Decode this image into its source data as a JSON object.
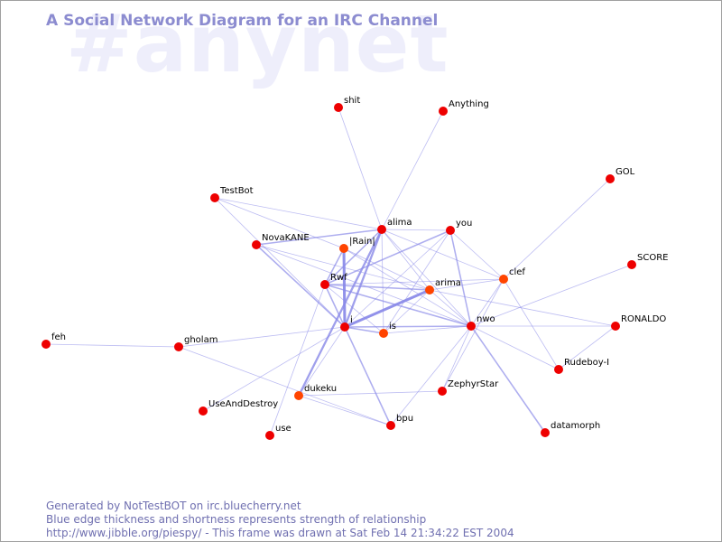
{
  "channel": "#anynet",
  "title": "A Social Network Diagram for an IRC Channel",
  "footer": {
    "line1": "Generated by NotTestBOT on irc.bluecherry.net",
    "line2": "Blue edge thickness and shortness represents strength of relationship",
    "line3": "http://www.jibble.org/piespy/ - This frame was drawn at Sat Feb 14 21:34:22 EST 2004"
  },
  "colors": {
    "edge": "#8a8ae8",
    "node_red": "#ee0000",
    "node_orange": "#ff4400",
    "title": "#8c8cd0"
  },
  "graph": {
    "nodes": [
      {
        "id": "shit",
        "label": "shit"
      },
      {
        "id": "anything",
        "label": "Anything"
      },
      {
        "id": "gol",
        "label": "GOL"
      },
      {
        "id": "testbot",
        "label": "TestBot"
      },
      {
        "id": "alima",
        "label": "alima"
      },
      {
        "id": "you",
        "label": "you"
      },
      {
        "id": "novakane",
        "label": "NovaKANE"
      },
      {
        "id": "rainl",
        "label": "|Rain|"
      },
      {
        "id": "score",
        "label": "SCORE"
      },
      {
        "id": "clef",
        "label": "clef"
      },
      {
        "id": "rwf",
        "label": "Rwf"
      },
      {
        "id": "arima",
        "label": "arima"
      },
      {
        "id": "i",
        "label": "i"
      },
      {
        "id": "is",
        "label": "is"
      },
      {
        "id": "nwo",
        "label": "nwo"
      },
      {
        "id": "ronaldo",
        "label": "RONALDO"
      },
      {
        "id": "feh",
        "label": "feh"
      },
      {
        "id": "gholam",
        "label": "gholam"
      },
      {
        "id": "rudeboy",
        "label": "Rudeboy-I"
      },
      {
        "id": "zephyrstar",
        "label": "ZephyrStar"
      },
      {
        "id": "dukeku",
        "label": "dukeku"
      },
      {
        "id": "useanddestroy",
        "label": "UseAndDestroy"
      },
      {
        "id": "bpu",
        "label": "bpu"
      },
      {
        "id": "use",
        "label": "use"
      },
      {
        "id": "datamorph",
        "label": "datamorph"
      }
    ],
    "edges": [
      [
        "shit",
        "alima",
        1
      ],
      [
        "anything",
        "alima",
        1
      ],
      [
        "gol",
        "clef",
        1
      ],
      [
        "testbot",
        "alima",
        1
      ],
      [
        "testbot",
        "i",
        1
      ],
      [
        "testbot",
        "rainl",
        1
      ],
      [
        "novakane",
        "alima",
        2
      ],
      [
        "novakane",
        "i",
        2
      ],
      [
        "novakane",
        "arima",
        1
      ],
      [
        "novakane",
        "nwo",
        1
      ],
      [
        "alima",
        "you",
        1
      ],
      [
        "alima",
        "rwf",
        2
      ],
      [
        "alima",
        "arima",
        1
      ],
      [
        "alima",
        "nwo",
        1
      ],
      [
        "alima",
        "i",
        3
      ],
      [
        "alima",
        "is",
        1
      ],
      [
        "alima",
        "dukeku",
        3
      ],
      [
        "alima",
        "clef",
        1
      ],
      [
        "you",
        "rwf",
        2
      ],
      [
        "you",
        "nwo",
        2
      ],
      [
        "you",
        "is",
        1
      ],
      [
        "you",
        "clef",
        1
      ],
      [
        "you",
        "i",
        1
      ],
      [
        "rainl",
        "i",
        4
      ],
      [
        "rainl",
        "rwf",
        2
      ],
      [
        "rainl",
        "nwo",
        1
      ],
      [
        "rainl",
        "arima",
        1
      ],
      [
        "rwf",
        "arima",
        2
      ],
      [
        "rwf",
        "i",
        2
      ],
      [
        "rwf",
        "nwo",
        2
      ],
      [
        "rwf",
        "is",
        1
      ],
      [
        "rwf",
        "use",
        1
      ],
      [
        "rwf",
        "clef",
        1
      ],
      [
        "arima",
        "i",
        4
      ],
      [
        "arima",
        "is",
        1
      ],
      [
        "arima",
        "nwo",
        1
      ],
      [
        "arima",
        "clef",
        1
      ],
      [
        "i",
        "is",
        2
      ],
      [
        "i",
        "nwo",
        2
      ],
      [
        "i",
        "gholam",
        1
      ],
      [
        "i",
        "bpu",
        2
      ],
      [
        "i",
        "useanddestroy",
        1
      ],
      [
        "i",
        "dukeku",
        1
      ],
      [
        "is",
        "nwo",
        1
      ],
      [
        "clef",
        "nwo",
        1
      ],
      [
        "clef",
        "zephyrstar",
        1
      ],
      [
        "clef",
        "rudeboy",
        1
      ],
      [
        "nwo",
        "score",
        1
      ],
      [
        "nwo",
        "ronaldo",
        1
      ],
      [
        "nwo",
        "rudeboy",
        1
      ],
      [
        "nwo",
        "datamorph",
        2
      ],
      [
        "nwo",
        "bpu",
        1
      ],
      [
        "nwo",
        "zephyrstar",
        1
      ],
      [
        "rudeboy",
        "ronaldo",
        1
      ],
      [
        "feh",
        "gholam",
        1
      ],
      [
        "gholam",
        "bpu",
        1
      ],
      [
        "dukeku",
        "zephyrstar",
        1
      ],
      [
        "dukeku",
        "bpu",
        1
      ],
      [
        "arima",
        "ronaldo",
        1
      ]
    ]
  }
}
